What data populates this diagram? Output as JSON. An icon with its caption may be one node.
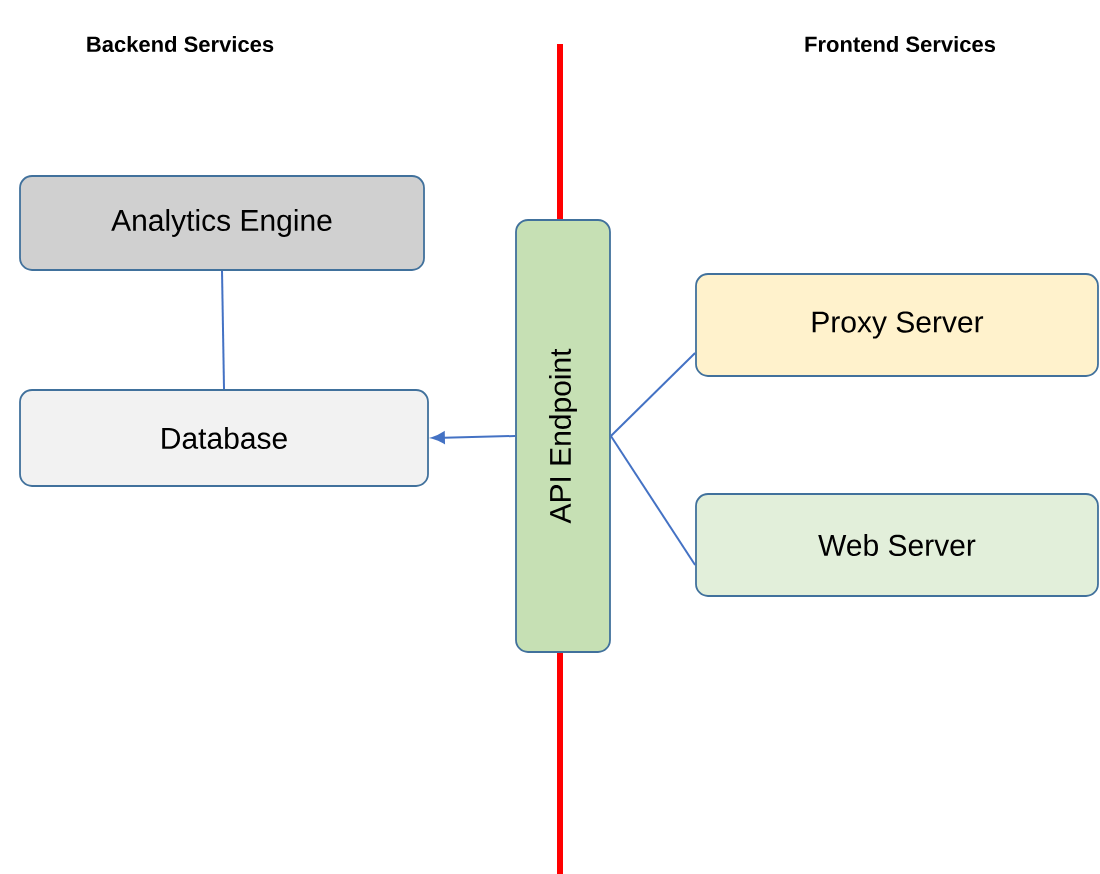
{
  "diagram": {
    "nodes": [
      {
        "text": [
          "Analytics Engine"
        ]
      },
      {
        "text": [
          "Database"
        ]
      },
      {
        "text": [
          "API Endpoint"
        ]
      },
      {
        "text": [
          "Proxy Server"
        ]
      },
      {
        "text": [
          "Web Server"
        ]
      }
    ],
    "edges": [
      {
        "from": 0,
        "to": 1,
        "arrow": "none"
      },
      {
        "from": 2,
        "to": 1,
        "arrow": "to"
      },
      {
        "from": 2,
        "to": 3,
        "arrow": "none"
      },
      {
        "from": 2,
        "to": 4,
        "arrow": "none"
      }
    ],
    "labels": [
      "Backend Services",
      "Frontend Services"
    ]
  }
}
